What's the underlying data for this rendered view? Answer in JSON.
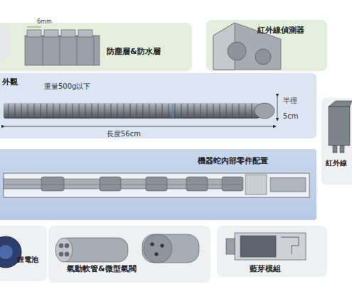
{
  "diagram": {
    "nodes": [
      {
        "text": [
          "防塵層&防水層"
        ]
      },
      {
        "text": [
          "紅外線偵測器"
        ]
      },
      {
        "text": [
          "外觀"
        ]
      },
      {
        "text": [
          "機器蛇內部零件配置"
        ]
      },
      {
        "text": [
          "紅外線"
        ]
      },
      {
        "text": [
          "鋰電池"
        ]
      },
      {
        "text": [
          "氣動軟管&微型氣閥"
        ]
      },
      {
        "text": [
          "藍芽模組"
        ]
      }
    ],
    "labels": [
      "6mm",
      "重量500g以下",
      "半徑",
      "5cm",
      "長度56cm"
    ]
  }
}
